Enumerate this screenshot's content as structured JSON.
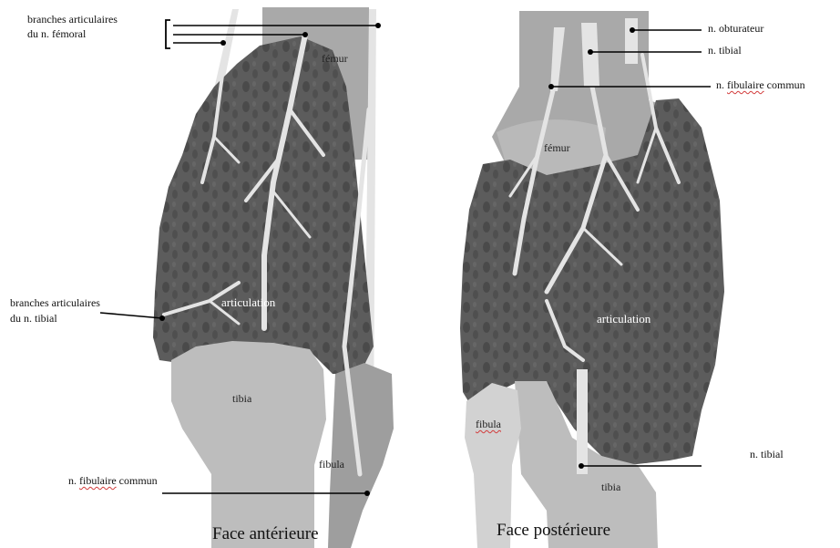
{
  "anterior": {
    "caption": "Face antérieure",
    "labels": {
      "femoral_branches_line1": "branches articulaires",
      "femoral_branches_line2": "du n. fémoral",
      "femur": "fémur",
      "tibial_branches_line1": "branches articulaires",
      "tibial_branches_line2": "du n. tibial",
      "joint": "articulation",
      "tibia": "tibia",
      "fibula": "fibula",
      "common_fibular_prefix": "n. ",
      "common_fibular_word": "fibulaire",
      "common_fibular_suffix": " commun"
    }
  },
  "posterior": {
    "caption": "Face postérieure",
    "labels": {
      "obturator": "n. obturateur",
      "tibial_top": "n. tibial",
      "common_fibular_prefix": "n. ",
      "common_fibular_word": "fibulaire",
      "common_fibular_suffix": " commun",
      "femur": "fémur",
      "joint": "articulation",
      "fibula": "fibula",
      "tibial_bottom": "n. tibial",
      "tibia": "tibia"
    }
  },
  "colors": {
    "joint_capsule": "#5a5a5a",
    "bone": "#bdbdbd",
    "bone_light": "#d6d6d6",
    "nerve": "#e4e4e4",
    "leader_line": "#000000"
  }
}
